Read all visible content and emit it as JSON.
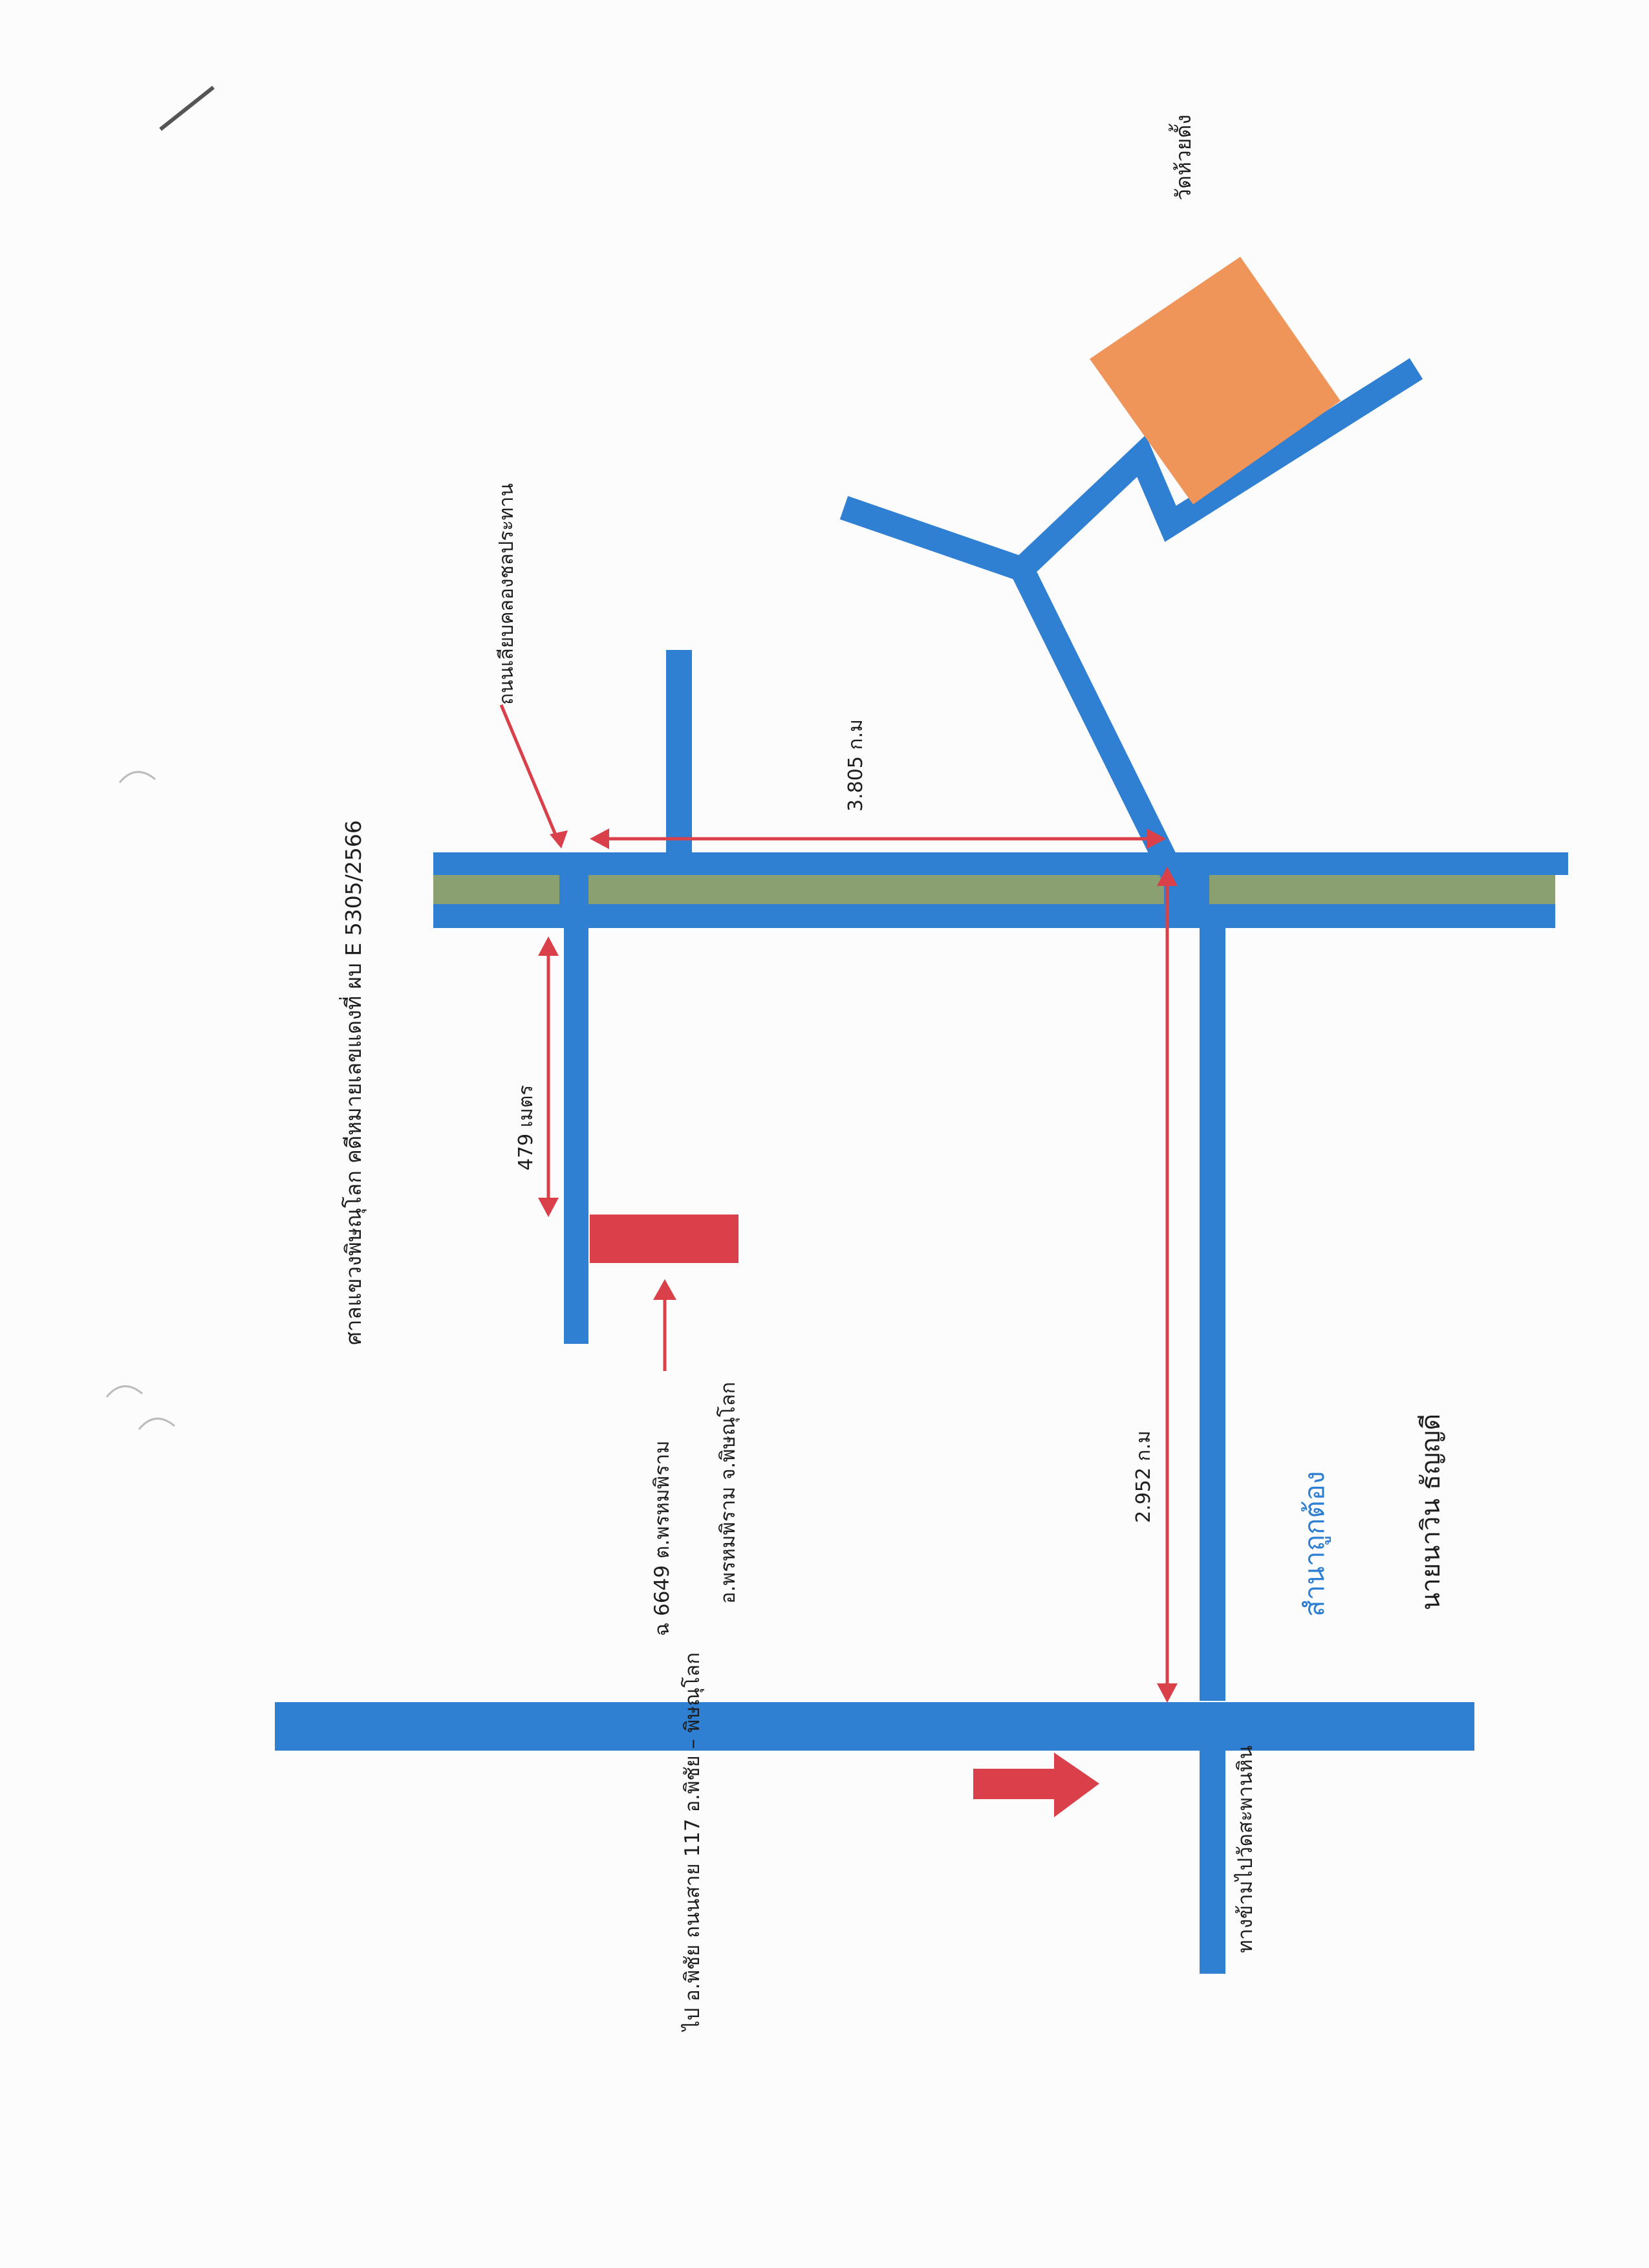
{
  "document": {
    "case_header": "ศาลแขวงพิษณุโลก คดีหมายเลขแดงที่ ผบ E 5305/2566"
  },
  "colors": {
    "road": "#2f7fd2",
    "median": "#8aa070",
    "arrow": "#d9404a",
    "temple": "#f0955a",
    "target_property": "#d9404a",
    "office_text": "#2f7fd2"
  },
  "map": {
    "road_label_canal": "ถนนเลียบคลองชลประทาน",
    "temple_label": "วัดห้วยดั้ง",
    "distance_top": "3.805 ก.ม",
    "distance_left": "479 เมตร",
    "distance_middle": "2.952 ก.ม",
    "property_label_line1": "ฉ 6649 ต.พรหมพิราม",
    "property_label_line2": "อ.พรหมพิราม จ.พิษณุโลก",
    "highway_label": "ไป อ.พิชัย ถนนสาย 117 อ.พิชัย – พิษณุโลก",
    "side_road_label": "ทางข้ามไปวัดสะพานหิน",
    "office_label": "สำนาถูกต้อง",
    "officer_name": "นายนาวิน ธัญญดี"
  }
}
